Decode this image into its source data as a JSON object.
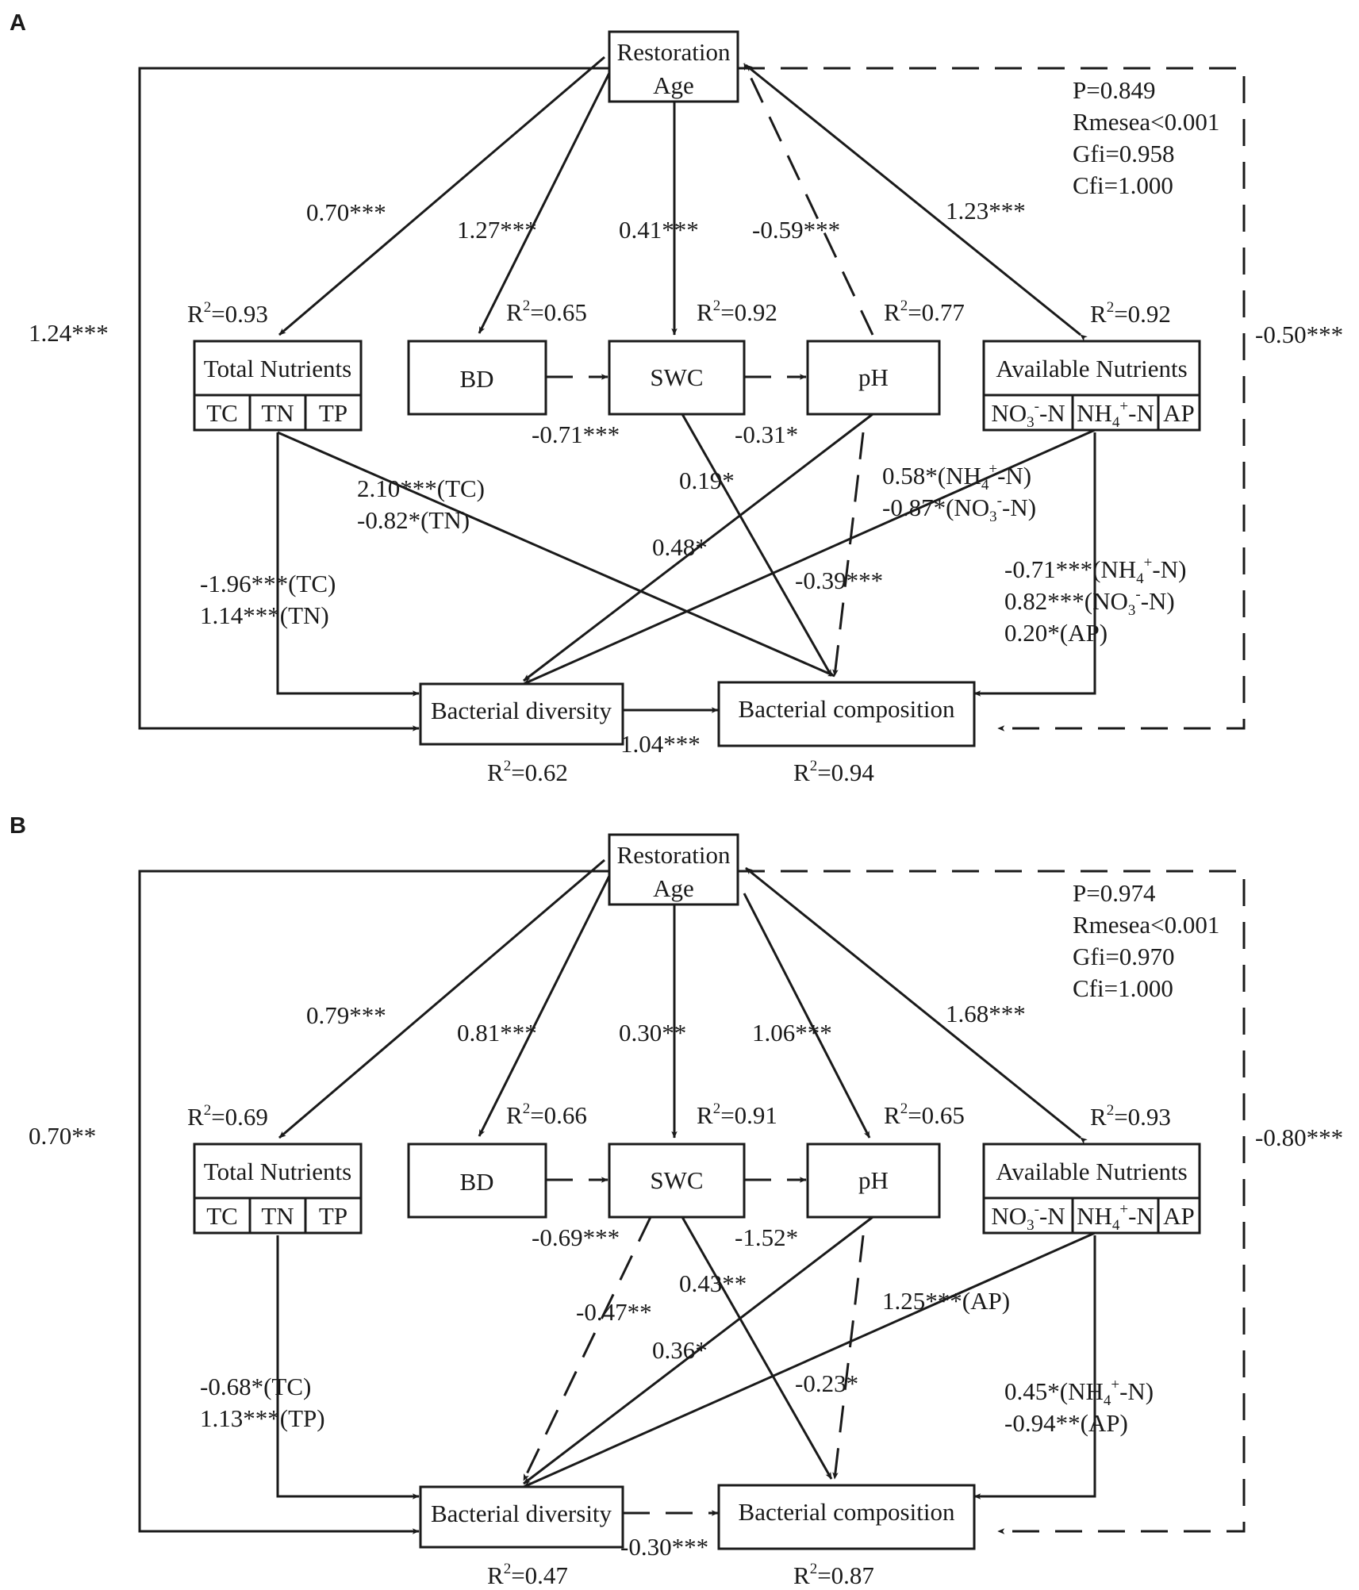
{
  "panels": [
    {
      "label": "A",
      "fit": [
        "P=0.849",
        "Rmesea<0.001",
        "Gfi=0.958",
        "Cfi=1.000"
      ],
      "nodes": {
        "age": [
          "Restoration",
          "Age"
        ],
        "tn": "Total Nutrients",
        "tn_sub": [
          "TC",
          "TN",
          "TP"
        ],
        "bd": "BD",
        "swc": "SWC",
        "ph": "pH",
        "an": "Available Nutrients",
        "an_sub": [
          {
            "main": "NO",
            "sub": "3",
            "sup": "-",
            "tail": "-N"
          },
          {
            "main": "NH",
            "sub": "4",
            "sup": "+",
            "tail": "-N"
          },
          {
            "main": "AP",
            "sub": "",
            "sup": "",
            "tail": ""
          }
        ],
        "div": "Bacterial diversity",
        "comp": "Bacterial composition"
      },
      "r2": {
        "prefix": "R",
        "sup": "2",
        "tn": "=0.93",
        "bd": "=0.65",
        "swc": "=0.92",
        "ph": "=0.77",
        "an": "=0.92",
        "div": "=0.62",
        "comp": "=0.94"
      },
      "coef": {
        "age_tn": "0.70***",
        "age_bd": "1.27***",
        "age_swc": "0.41***",
        "age_ph": "-0.59***",
        "age_an": "1.23***",
        "age_div": "1.24***",
        "age_comp": "-0.50***",
        "bd_swc": "-0.71***",
        "swc_ph": "-0.31*",
        "swc_comp": "0.19*",
        "ph_div": "0.48*",
        "ph_comp": "-0.39***",
        "div_comp": "1.04***",
        "tn_comp": [
          "2.10***(TC)",
          "-0.82*(TN)"
        ],
        "tn_div": [
          "-1.96***(TC)",
          "1.14***(TN)"
        ],
        "an_div": [
          {
            "val": "0.58*(NH",
            "sub": "4",
            "sup": "+",
            "tail": "-N)"
          },
          {
            "val": "-0.87*(NO",
            "sub": "3",
            "sup": "-",
            "tail": "-N)"
          }
        ],
        "an_comp": [
          {
            "val": "-0.71***(NH",
            "sub": "4",
            "sup": "+",
            "tail": "-N)"
          },
          {
            "val": "0.82***(NO",
            "sub": "3",
            "sup": "-",
            "tail": "-N)"
          },
          {
            "val": "0.20*(AP)",
            "sub": "",
            "sup": "",
            "tail": ""
          }
        ]
      }
    },
    {
      "label": "B",
      "fit": [
        "P=0.974",
        "Rmesea<0.001",
        "Gfi=0.970",
        "Cfi=1.000"
      ],
      "nodes": {
        "age": [
          "Restoration",
          "Age"
        ],
        "tn": "Total Nutrients",
        "tn_sub": [
          "TC",
          "TN",
          "TP"
        ],
        "bd": "BD",
        "swc": "SWC",
        "ph": "pH",
        "an": "Available Nutrients",
        "an_sub": [
          {
            "main": "NO",
            "sub": "3",
            "sup": "-",
            "tail": "-N"
          },
          {
            "main": "NH",
            "sub": "4",
            "sup": "+",
            "tail": "-N"
          },
          {
            "main": "AP",
            "sub": "",
            "sup": "",
            "tail": ""
          }
        ],
        "div": "Bacterial diversity",
        "comp": "Bacterial composition"
      },
      "r2": {
        "prefix": "R",
        "sup": "2",
        "tn": "=0.69",
        "bd": "=0.66",
        "swc": "=0.91",
        "ph": "=0.65",
        "an": "=0.93",
        "div": "=0.47",
        "comp": "=0.87"
      },
      "coef": {
        "age_tn": "0.79***",
        "age_bd": "0.81***",
        "age_swc": "0.30**",
        "age_ph": "1.06***",
        "age_an": "1.68***",
        "age_div": "0.70**",
        "age_comp": "-0.80***",
        "bd_swc": "-0.69***",
        "swc_ph": "-1.52*",
        "swc_comp": "0.43**",
        "swc_div": "-0.47**",
        "ph_div": "0.36*",
        "ph_comp": "-0.23*",
        "div_comp": "-0.30***",
        "tn_div": [
          "-0.68*(TC)",
          "1.13***(TP)"
        ],
        "an_div": [
          {
            "val": "1.25***(AP)",
            "sub": "",
            "sup": "",
            "tail": ""
          }
        ],
        "an_comp": [
          {
            "val": "0.45*(NH",
            "sub": "4",
            "sup": "+",
            "tail": "-N)"
          },
          {
            "val": "-0.94**(AP)",
            "sub": "",
            "sup": "",
            "tail": ""
          }
        ]
      }
    }
  ]
}
